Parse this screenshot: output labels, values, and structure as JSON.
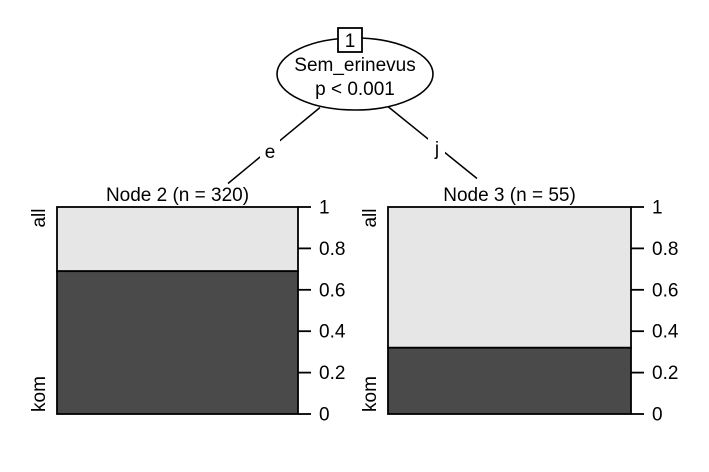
{
  "figure": {
    "background": "#ffffff",
    "stroke_color": "#000000",
    "description": "Conditional inference tree with stacked bar terminal nodes"
  },
  "root_node": {
    "id_label": "1",
    "variable": "Sem_erinevus",
    "p_value": "p < 0.001",
    "left_edge_label": "e",
    "right_edge_label": "j"
  },
  "chart_data": [
    {
      "type": "bar",
      "variant": "stacked-single-column",
      "title": "Node 2 (n = 320)",
      "node_id": "2",
      "n": 320,
      "categories": [
        "all",
        "kom"
      ],
      "values": [
        0.31,
        0.69
      ],
      "colors": [
        "#e6e6e6",
        "#4a4a4a"
      ],
      "ylim": [
        0,
        1
      ],
      "yticks": [
        0,
        0.2,
        0.4,
        0.6,
        0.8,
        1
      ],
      "ytick_labels": [
        "0",
        "0.2",
        "0.4",
        "0.6",
        "0.8",
        "1"
      ],
      "axis_side": "right",
      "category_label_side": "left",
      "grid": false
    },
    {
      "type": "bar",
      "variant": "stacked-single-column",
      "title": "Node 3 (n = 55)",
      "node_id": "3",
      "n": 55,
      "categories": [
        "all",
        "kom"
      ],
      "values": [
        0.68,
        0.32
      ],
      "colors": [
        "#e6e6e6",
        "#4a4a4a"
      ],
      "ylim": [
        0,
        1
      ],
      "yticks": [
        0,
        0.2,
        0.4,
        0.6,
        0.8,
        1
      ],
      "ytick_labels": [
        "0",
        "0.2",
        "0.4",
        "0.6",
        "0.8",
        "1"
      ],
      "axis_side": "right",
      "category_label_side": "left",
      "grid": false
    }
  ]
}
